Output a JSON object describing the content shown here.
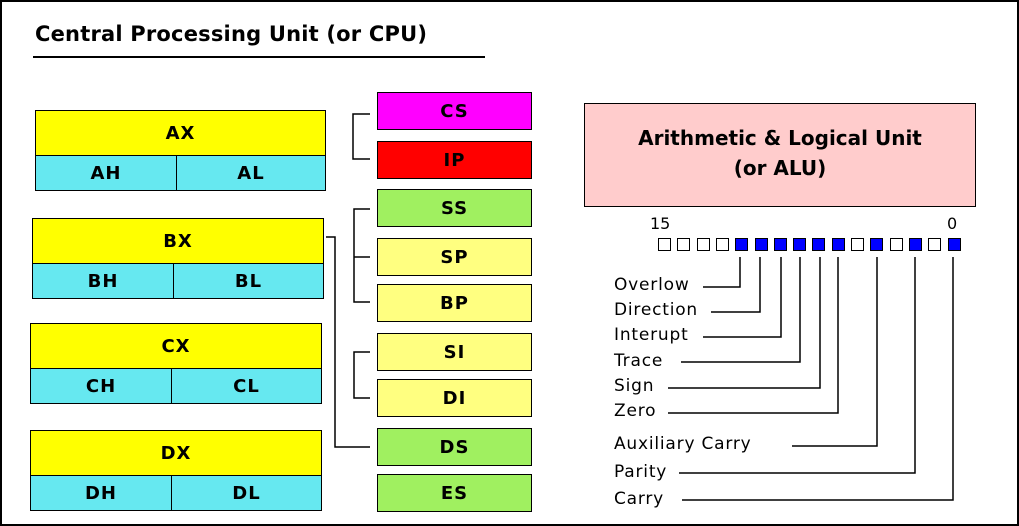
{
  "title": "Central Processing Unit (or CPU)",
  "general_registers": [
    {
      "full": "AX",
      "high": "AH",
      "low": "AL"
    },
    {
      "full": "BX",
      "high": "BH",
      "low": "BL"
    },
    {
      "full": "CX",
      "high": "CH",
      "low": "CL"
    },
    {
      "full": "DX",
      "high": "DH",
      "low": "DL"
    }
  ],
  "segment_registers": [
    {
      "label": "CS",
      "color": "#ff00ff"
    },
    {
      "label": "IP",
      "color": "#ff0000"
    },
    {
      "label": "SS",
      "color": "#a0f060"
    },
    {
      "label": "SP",
      "color": "#ffff80"
    },
    {
      "label": "BP",
      "color": "#ffff80"
    },
    {
      "label": "SI",
      "color": "#ffff80"
    },
    {
      "label": "DI",
      "color": "#ffff80"
    },
    {
      "label": "DS",
      "color": "#a0f060"
    },
    {
      "label": "ES",
      "color": "#a0f060"
    }
  ],
  "alu": {
    "line1": "Arithmetic & Logical Unit",
    "line2": "(or ALU)"
  },
  "flags_register": {
    "high_bit_label": "15",
    "low_bit_label": "0",
    "bits_msb_to_lsb": [
      0,
      0,
      0,
      0,
      1,
      1,
      1,
      1,
      1,
      1,
      0,
      1,
      0,
      1,
      0,
      1
    ]
  },
  "flags": [
    {
      "label": "Overlow",
      "bit": 11
    },
    {
      "label": "Direction",
      "bit": 10
    },
    {
      "label": "Interupt",
      "bit": 9
    },
    {
      "label": "Trace",
      "bit": 8
    },
    {
      "label": "Sign",
      "bit": 7
    },
    {
      "label": "Zero",
      "bit": 6
    },
    {
      "label": "Auxiliary Carry",
      "bit": 4
    },
    {
      "label": "Parity",
      "bit": 2
    },
    {
      "label": "Carry",
      "bit": 0
    }
  ],
  "colors": {
    "register_full": "#ffff00",
    "register_half": "#66e8f0",
    "alu_fill": "#ffcccc",
    "flag_set": "#0000ff"
  }
}
